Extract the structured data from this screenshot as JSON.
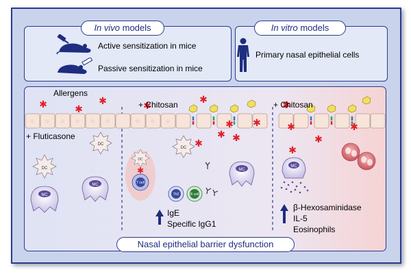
{
  "in_vivo": {
    "title_italic": "In vivo",
    "title_rest": " models",
    "item1": "Active sensitization in mice",
    "item2": "Passive sensitization in mice"
  },
  "in_vitro": {
    "title_italic": "In vitro",
    "title_rest": " models",
    "item1": "Primary nasal epithelial cells"
  },
  "main": {
    "allergens": "Allergens",
    "fluticasone": "+ Fluticasone",
    "chitosan_1": "+ Chitosan",
    "chitosan_2": "+ Chitosan",
    "cells": {
      "dc": "DC",
      "mc": "MC",
      "tcell": "T cell",
      "th2": "Th2",
      "bcell": "B cell"
    },
    "result_mid_1": "IgE",
    "result_mid_2": "Specific IgG1",
    "result_right_1": "β-Hexosaminidase",
    "result_right_2": "IL-5",
    "result_right_3": "Eosinophils",
    "bottom_label": "Nasal epithelial barrier dysfunction"
  },
  "colors": {
    "frame_border": "#2b3a8a",
    "allergen": "#e0202a",
    "arrow": "#1e2d80"
  }
}
